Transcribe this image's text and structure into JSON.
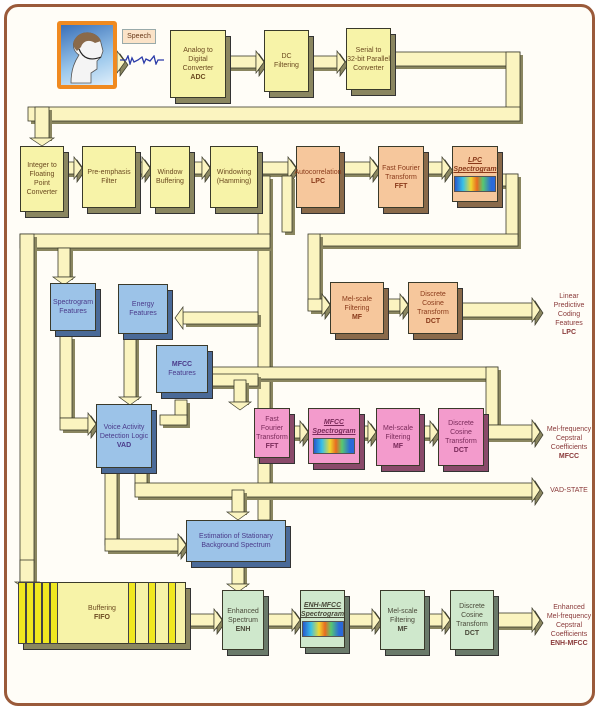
{
  "diagram": {
    "speech_label": "Speech",
    "blocks": {
      "adc": {
        "lines": [
          "Analog to",
          "Digital",
          "Converter"
        ],
        "abbr": "ADC"
      },
      "dc": {
        "lines": [
          "DC",
          "Filtering"
        ],
        "abbr": ""
      },
      "s2p": {
        "lines": [
          "Serial to",
          "32-bit Parallel",
          "Converter"
        ],
        "abbr": ""
      },
      "i2f": {
        "lines": [
          "Integer to",
          "Floating",
          "Point",
          "Converter"
        ],
        "abbr": ""
      },
      "pre": {
        "lines": [
          "Pre-emphasis",
          "Filter"
        ],
        "abbr": ""
      },
      "wbuf": {
        "lines": [
          "Window",
          "Buffering"
        ],
        "abbr": ""
      },
      "wham": {
        "lines": [
          "Windowing",
          "(Hamming)"
        ],
        "abbr": ""
      },
      "auto": {
        "lines": [
          "Autocorrelation"
        ],
        "abbr": "LPC"
      },
      "fft1": {
        "lines": [
          "Fast Fourier",
          "Transform"
        ],
        "abbr": "FFT"
      },
      "lpcspec": {
        "title": "LPC Spectrogram"
      },
      "mf1": {
        "lines": [
          "Mel-scale",
          "Filtering"
        ],
        "abbr": "MF"
      },
      "dct1": {
        "lines": [
          "Discrete Cosine",
          "Transform"
        ],
        "abbr": "DCT"
      },
      "specfeat": {
        "lines": [
          "Spectrogram",
          "Features"
        ],
        "abbr": ""
      },
      "energy": {
        "lines": [
          "Energy",
          "Features"
        ],
        "abbr": ""
      },
      "mfccfeat": {
        "lines": [
          "Features"
        ],
        "abbr_top": "MFCC"
      },
      "vad": {
        "lines": [
          "Voice Activity",
          "Detection Logic"
        ],
        "abbr": "VAD"
      },
      "fft2": {
        "lines": [
          "Fast",
          "Fourier",
          "Transform"
        ],
        "abbr": "FFT"
      },
      "mfccspec": {
        "title": "MFCC Spectrogram"
      },
      "mf2": {
        "lines": [
          "Mel-scale",
          "Filtering"
        ],
        "abbr": "MF"
      },
      "dct2": {
        "lines": [
          "Discrete",
          "Cosine",
          "Transform"
        ],
        "abbr": "DCT"
      },
      "esbs": {
        "lines": [
          "Estimation of Stationary",
          "Background Spectrum"
        ],
        "abbr": ""
      },
      "fifo": {
        "lines": [
          "Buffering"
        ],
        "abbr": "FIFO"
      },
      "enh": {
        "lines": [
          "Enhanced",
          "Spectrum"
        ],
        "abbr": "ENH"
      },
      "enhspec": {
        "title": "ENH-MFCC Spectrogram"
      },
      "mf3": {
        "lines": [
          "Mel-scale",
          "Filtering"
        ],
        "abbr": "MF"
      },
      "dct3": {
        "lines": [
          "Discrete",
          "Cosine",
          "Transform"
        ],
        "abbr": "DCT"
      }
    },
    "outputs": {
      "lpc": {
        "lines": [
          "Linear",
          "Predictive",
          "Coding",
          "Features"
        ],
        "abbr": "LPC"
      },
      "mfcc": {
        "lines": [
          "Mel-frequency",
          "Cepstral",
          "Coefficients"
        ],
        "abbr": "MFCC"
      },
      "vad": {
        "lines": [
          "VAD-STATE"
        ],
        "abbr": ""
      },
      "enh": {
        "lines": [
          "Enhanced",
          "Mel-frequency",
          "Cepstral",
          "Coefficients"
        ],
        "abbr": "ENH-MFCC"
      }
    },
    "colors": {
      "frame": "#9a5a3a",
      "connector": "#fbf4c0",
      "connector_shadow": "#8a8660",
      "yellow_block": "#f7f3a8",
      "orange_block": "#f6c79c",
      "blue_block": "#9cc3e8",
      "pink_block": "#f39bcc",
      "green_block": "#cfe8cc"
    }
  }
}
